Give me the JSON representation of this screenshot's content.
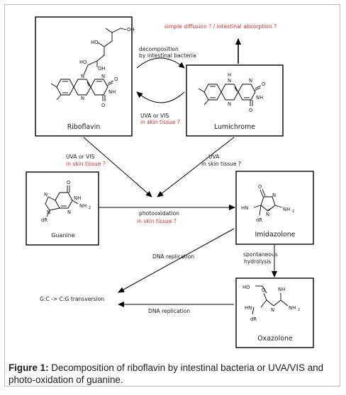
{
  "boxes": {
    "riboflavin": "Riboflavin",
    "lumichrome": "Lumichrome",
    "guanine": "Guanine",
    "imidazolone": "Imidazolone",
    "oxazolone": "Oxazolone"
  },
  "annotations": {
    "simple_diffusion": "simple diffusion ? / intestinal absorption ?",
    "decomposition_line1": "decomposition",
    "decomposition_line2": "by intestinal bacteria",
    "uva_vis_top": "UVA or VIS",
    "in_skin_top": "in skin tissue ?",
    "uva_vis_left": "UVA or VIS",
    "in_skin_left": "in skin tissue ?",
    "uva_right": "UVA",
    "in_skin_right": "in skin tissue ?",
    "photooxidation": "photooxidation",
    "in_skin_photo": "in skin tissue ?",
    "spontaneous": "spontaneous",
    "hydrolysis": "hydrolysis",
    "dna_replication_1": "DNA replication",
    "dna_replication_2": "DNA replication",
    "transversion": "G:C -> C:G transversion"
  },
  "atoms": {
    "OH": "OH",
    "HO": "HO",
    "N": "N",
    "NH": "NH",
    "O": "O",
    "H": "H",
    "NH2": "NH",
    "sub2": "2",
    "HN": "HN",
    "dR": "dR"
  },
  "caption": {
    "label": "Figure 1:",
    "text": " Decomposition of riboflavin by intestinal bacteria or UVA/VIS and photo-oxidation of guanine."
  }
}
